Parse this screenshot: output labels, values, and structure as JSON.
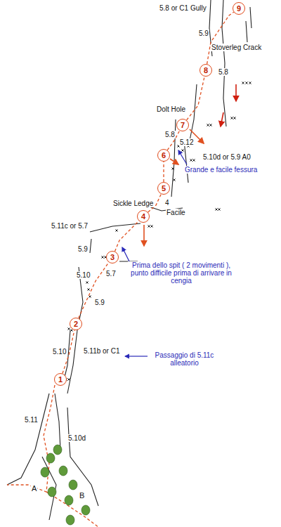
{
  "diagram": {
    "nodes": [
      {
        "text": [
          "1"
        ]
      },
      {
        "text": [
          "2"
        ]
      },
      {
        "text": [
          "3"
        ]
      },
      {
        "text": [
          "4"
        ]
      },
      {
        "text": [
          "5"
        ]
      },
      {
        "text": [
          "6"
        ]
      },
      {
        "text": [
          "7"
        ]
      },
      {
        "text": [
          "8"
        ]
      },
      {
        "text": [
          "9"
        ]
      }
    ],
    "edges": [
      {
        "from": 0,
        "to": 1,
        "arrow": "none"
      },
      {
        "from": 1,
        "to": 2,
        "arrow": "none"
      },
      {
        "from": 2,
        "to": 3,
        "arrow": "none"
      },
      {
        "from": 3,
        "to": 4,
        "arrow": "none"
      },
      {
        "from": 4,
        "to": 5,
        "arrow": "none"
      },
      {
        "from": 5,
        "to": 6,
        "arrow": "none"
      },
      {
        "from": 6,
        "to": 7,
        "arrow": "none"
      },
      {
        "from": 7,
        "to": 8,
        "arrow": "none"
      }
    ],
    "labels": [
      "5.8 or C1 Gully",
      "5.9",
      "Stoverleg Crack",
      "5.8",
      "Dolt Hole",
      "5.8",
      "5.12",
      "5.10d or 5.9 A0",
      "Grande e facile fessura",
      "4",
      "Sickle Ledge",
      "Facile",
      "5.11c or 5.7",
      "5.9",
      "5.7",
      "Prima dello spit ( 2 movimenti ), punto difficile prima di arrivare in cengia",
      "5.10",
      "5.9",
      "5.10",
      "5.11b or C1",
      "Passaggio di 5.11c alleatorio",
      "5.11",
      "5.10d",
      "A",
      "B"
    ]
  }
}
